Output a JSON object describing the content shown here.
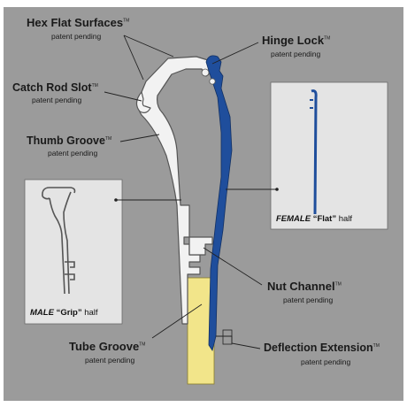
{
  "colors": {
    "background_panel": "#9b9b9b",
    "inset_panel": "#e4e4e4",
    "aluminum_fill": "#f2f2f2",
    "aluminum_stroke": "#555555",
    "female_blue": "#1f4e9c",
    "tube_yellow": "#f2e58a"
  },
  "labels": {
    "hex_flat": {
      "title": "Hex Flat Surfaces",
      "tm": "TM",
      "sub": "patent pending"
    },
    "hinge_lock": {
      "title": "Hinge Lock",
      "tm": "TM",
      "sub": "patent pending"
    },
    "catch_rod": {
      "title": "Catch Rod Slot",
      "tm": "TM",
      "sub": "patent pending"
    },
    "thumb_groove": {
      "title": "Thumb Groove",
      "tm": "TM",
      "sub": "patent pending"
    },
    "nut_channel": {
      "title": "Nut Channel",
      "tm": "TM",
      "sub": "patent pending"
    },
    "tube_groove": {
      "title": "Tube Groove",
      "tm": "TM",
      "sub": "patent pending"
    },
    "deflection": {
      "title": "Deflection Extension",
      "tm": "TM",
      "sub": "patent pending"
    }
  },
  "insets": {
    "female": {
      "name": "FEMALE",
      "quote": "“Flat”",
      "rest": " half"
    },
    "male": {
      "name": "MALE",
      "quote": "“Grip”",
      "rest": " half"
    }
  }
}
